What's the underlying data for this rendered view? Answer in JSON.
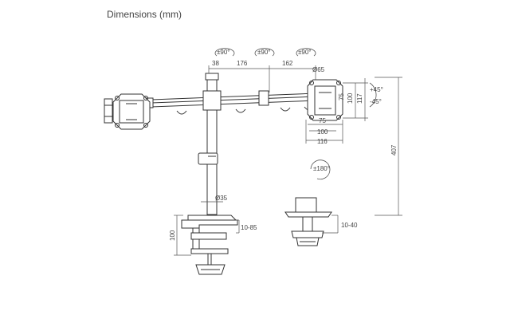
{
  "title": "Dimensions (mm)",
  "labels": {
    "rot_left": "±90°",
    "rot_mid": "±90°",
    "rot_right": "±90°",
    "w38": "38",
    "w176": "176",
    "w162": "162",
    "d65": "Ø65",
    "tilt_up": "+45°",
    "tilt_down": "-45°",
    "h75": "75",
    "h100": "100",
    "h117": "117",
    "w75": "75",
    "w100": "100",
    "w116": "116",
    "h407": "407",
    "swivel": "±180°",
    "d35": "Ø35",
    "clamp_range": "10-85",
    "grommet_range": "10-40",
    "h100_base": "100"
  }
}
